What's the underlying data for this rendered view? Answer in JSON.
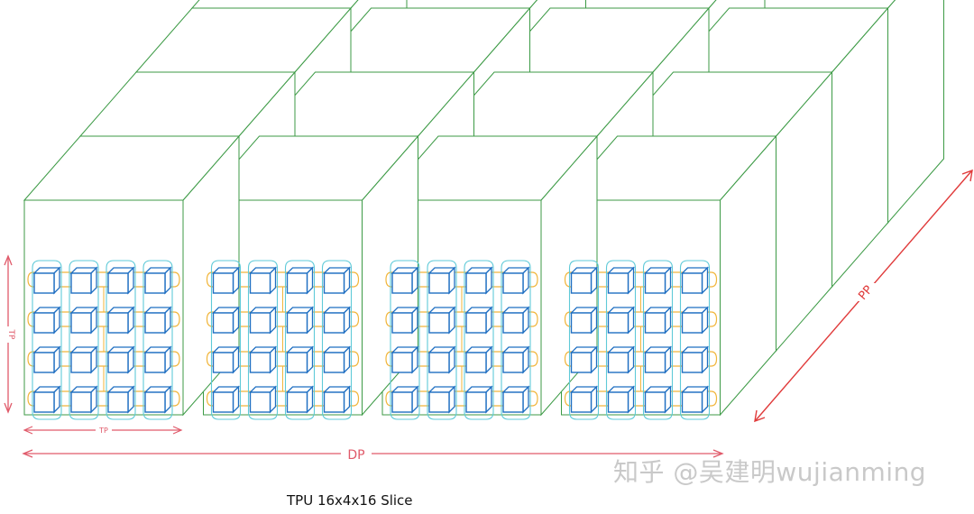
{
  "diagram": {
    "caption": "TPU 16x4x16 Slice",
    "watermark": "知乎 @吴建明wujianming",
    "axes": {
      "tp_vertical": "TP",
      "tp_horizontal": "TP",
      "dp": "DP",
      "pp": "PP"
    },
    "colors": {
      "box_edge": "#3c9a45",
      "chip": "#1f6fc2",
      "ring_vertical": "#5fcad8",
      "ring_horizontal": "#f1b53a",
      "axis_arrow": "#e05a6a",
      "pp_arrow": "#e03a3a"
    },
    "structure": {
      "dp_groups": 4,
      "pp_stages": 4,
      "chip_rows_per_face": 4,
      "chip_cols_per_face": 4
    }
  }
}
